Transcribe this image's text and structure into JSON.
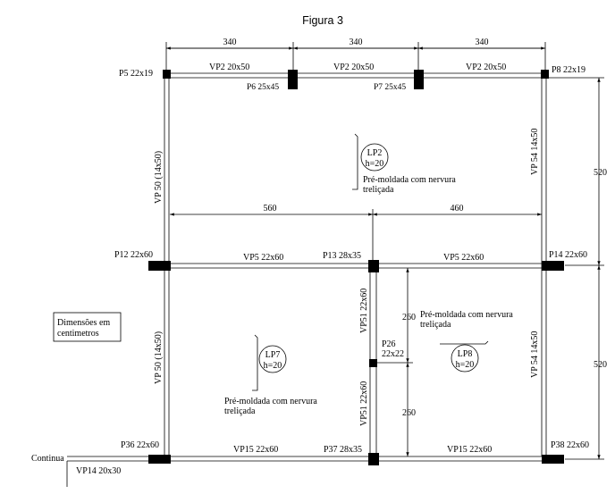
{
  "title": "Figura 3",
  "dimensions": {
    "top_spans": [
      "340",
      "340",
      "340"
    ],
    "mid_spans": [
      "560",
      "460"
    ],
    "right_heights": [
      "520",
      "520"
    ],
    "vp51_heights": [
      "260",
      "260"
    ]
  },
  "pillars": {
    "p5": "P5 22x19",
    "p6": "P6 25x45",
    "p7": "P7 25x45",
    "p8": "P8 22x19",
    "p12": "P12 22x60",
    "p13": "P13 28x35",
    "p14": "P14 22x60",
    "p26_name": "P26",
    "p26_dim": "22x22",
    "p36": "P36 22x60",
    "p37": "P37 28x35",
    "p38": "P38 22x60"
  },
  "beams": {
    "vp2": "VP2 20x50",
    "vp5": "VP5 22x60",
    "vp15": "VP15 22x60",
    "vp50": "VP 50 (14x50)",
    "vp54": "VP 54 14x50",
    "vp51": "VP51 22x60",
    "vp14": "VP14 20x30"
  },
  "slabs": {
    "lp2": {
      "name": "LP2",
      "h": "h=20"
    },
    "lp7": {
      "name": "LP7",
      "h": "h=20"
    },
    "lp8": {
      "name": "LP8",
      "h": "h=20"
    },
    "note_line1": "Pré-moldada com nervura",
    "note_line2": "treliçada"
  },
  "legend": {
    "line1": "Dimensões em",
    "line2": "centimetros"
  },
  "continua": "Continua"
}
